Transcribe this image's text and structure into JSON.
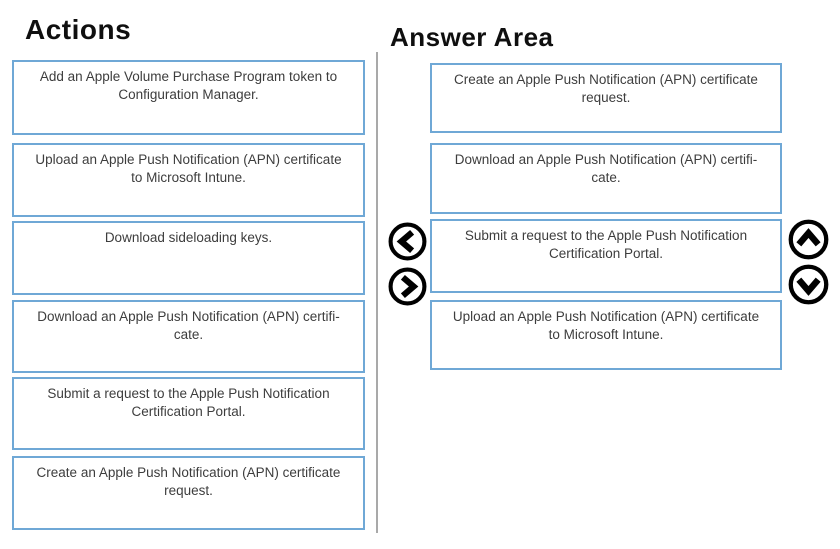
{
  "actions": {
    "title": "Actions",
    "items": [
      "Add an Apple Volume Purchase Program token to\nConfiguration Manager.",
      "Upload an Apple Push Notification (APN) certificate\nto Microsoft Intune.",
      "Download sideloading keys.",
      "Download an Apple Push Notification (APN) certifi-\ncate.",
      "Submit a request to the Apple Push Notification\nCertification Portal.",
      "Create an Apple Push Notification (APN) certificate\nrequest."
    ]
  },
  "answer_area": {
    "title": "Answer Area",
    "items": [
      "Create an Apple Push Notification (APN) certificate\nrequest.",
      "Download an Apple Push Notification (APN) certifi-\ncate.",
      "Submit a request to the Apple Push Notification\nCertification Portal.",
      "Upload an Apple Push Notification (APN) certificate\nto Microsoft Intune."
    ]
  },
  "controls": {
    "move_left_icon": "chevron-left-circle-icon",
    "move_right_icon": "chevron-right-circle-icon",
    "move_up_icon": "chevron-up-circle-icon",
    "move_down_icon": "chevron-down-circle-icon"
  },
  "colors": {
    "card_border": "#6fa8d6",
    "divider": "#a9a9a9",
    "card_text": "#3d3d3d",
    "heading_text": "#0f0f0f",
    "arrow": "#000000"
  }
}
